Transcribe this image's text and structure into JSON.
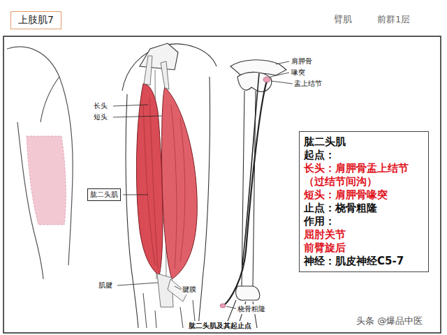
{
  "diagram": {
    "caption": "肱二头肌及其起止点",
    "nodes": [
      {
        "text": [
          "上肢肌7"
        ]
      },
      {
        "text": [
          "肱二头肌"
        ]
      },
      {
        "text": [
          "肱二头肌",
          "起点：",
          "长头：肩胛骨盂上结节（过结节间沟）",
          "短头：肩胛骨喙突",
          "止点：桡骨粗隆",
          "作用：",
          "屈肘关节",
          "前臂旋后",
          "神经：肌皮神经C5-7"
        ]
      }
    ],
    "labels": [
      "臂肌",
      "前群1层",
      "长头",
      "短头",
      "肌腱",
      "腱膜",
      "肩胛骨",
      "喙突",
      "盂上结节",
      "桡骨粗隆",
      "头条 @爆品中医"
    ]
  }
}
